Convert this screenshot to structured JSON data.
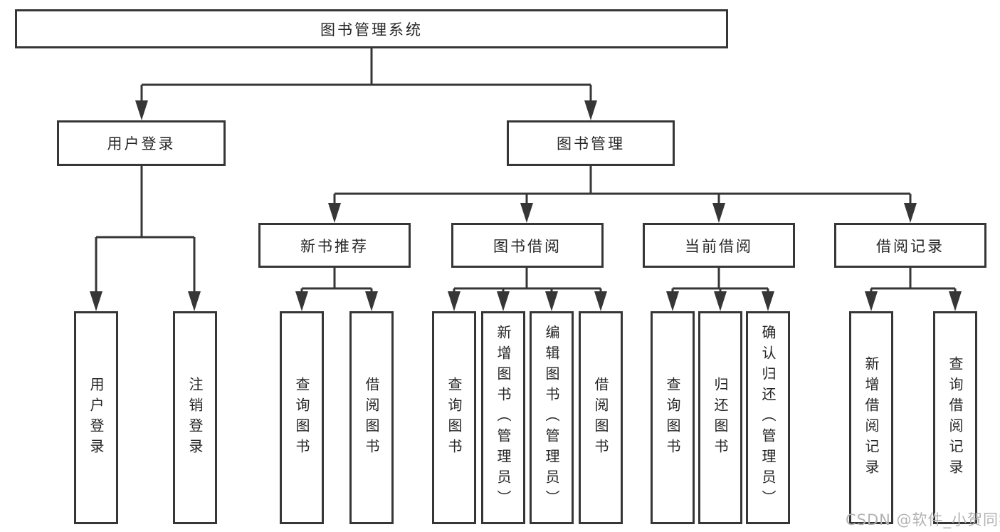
{
  "diagram": {
    "root": {
      "label": "图书管理系统"
    },
    "level1": [
      {
        "label": "用户登录"
      },
      {
        "label": "图书管理"
      }
    ],
    "login_children": [
      {
        "label": "用户登录"
      },
      {
        "label": "注销登录"
      }
    ],
    "sections": [
      {
        "label": "新书推荐",
        "children": [
          {
            "label": "查询图书"
          },
          {
            "label": "借阅图书"
          }
        ]
      },
      {
        "label": "图书借阅",
        "children": [
          {
            "label": "查询图书"
          },
          {
            "label": "新增图书（管理员）"
          },
          {
            "label": "编辑图书（管理员）"
          },
          {
            "label": "借阅图书"
          }
        ]
      },
      {
        "label": "当前借阅",
        "children": [
          {
            "label": "查询图书"
          },
          {
            "label": "归还图书"
          },
          {
            "label": "确认归还（管理员）"
          }
        ]
      },
      {
        "label": "借阅记录",
        "children": [
          {
            "label": "新增借阅记录"
          },
          {
            "label": "查询借阅记录"
          }
        ]
      }
    ],
    "colors": {
      "line": "#363636",
      "text": "#262626",
      "background": "#ffffff",
      "watermark": "#b3b3b3"
    }
  },
  "watermark": {
    "text": "CSDN @软件_小贺同学"
  }
}
